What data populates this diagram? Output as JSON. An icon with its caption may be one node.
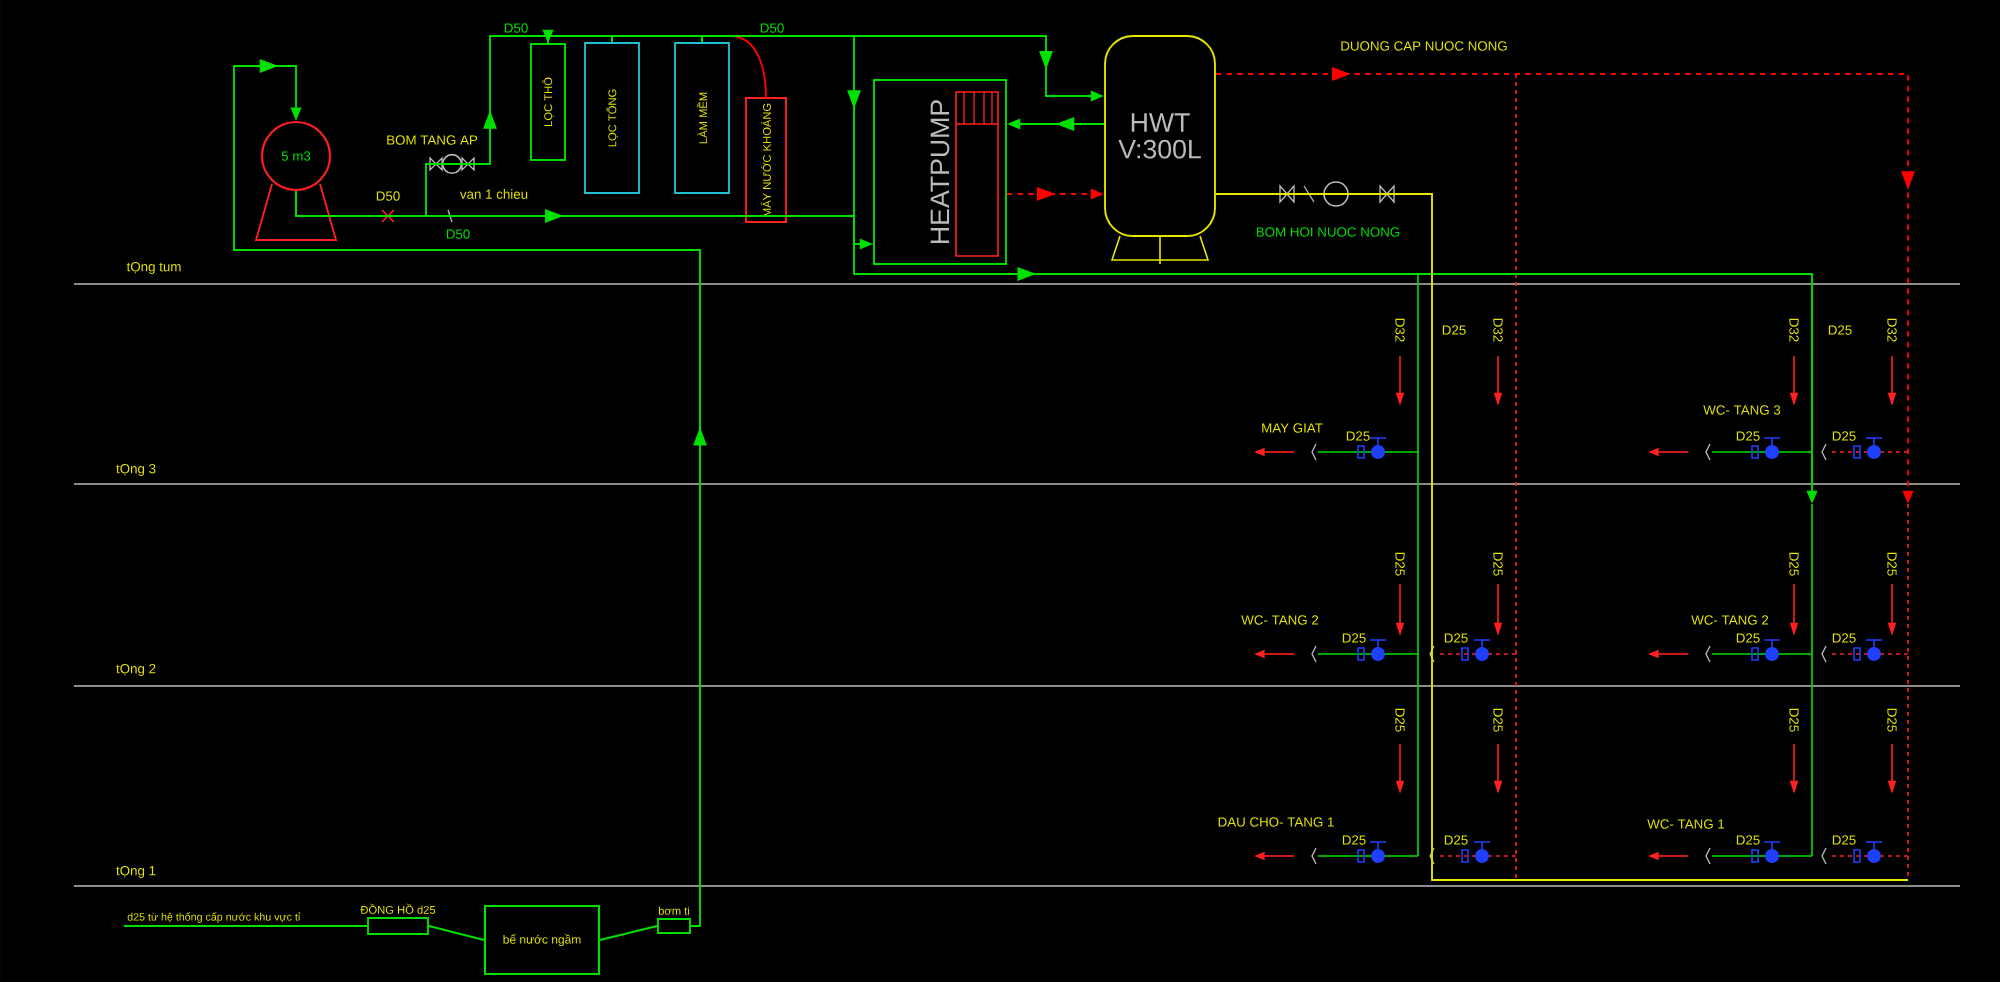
{
  "diagram": {
    "nodes": [
      {
        "text": [
          "5 m3"
        ]
      },
      {
        "text": [
          "LỌC THÔ"
        ]
      },
      {
        "text": [
          "LỌC TỔNG"
        ]
      },
      {
        "text": [
          "LÀM MỀM"
        ]
      },
      {
        "text": [
          "MÁY NƯỚC KHOÁNG"
        ]
      },
      {
        "text": [
          "HEATPUMP"
        ]
      },
      {
        "text": [
          "HWT V:300L"
        ]
      },
      {
        "text": [
          "bể nước ngầm"
        ]
      },
      {
        "text": [
          "ĐỒNG HỒ d25"
        ]
      },
      {
        "text": [
          "bơm ti"
        ]
      },
      {
        "text": [
          "d25 từ hệ thống cấp nước khu vực tỉ"
        ]
      }
    ],
    "edges": [
      {
        "from": 9,
        "to": 0,
        "arrow": "to"
      },
      {
        "from": 0,
        "to": 1,
        "arrow": "to"
      },
      {
        "from": 1,
        "to": 2,
        "arrow": "none"
      },
      {
        "from": 2,
        "to": 3,
        "arrow": "none"
      },
      {
        "from": 3,
        "to": 4,
        "arrow": "none",
        "color": "#ff0000"
      },
      {
        "from": 3,
        "to": 6,
        "arrow": "to"
      },
      {
        "from": 6,
        "to": 5,
        "arrow": "to"
      },
      {
        "from": 5,
        "to": 6,
        "arrow": "to",
        "style": "dashed",
        "color": "#ff0000"
      },
      {
        "from": 0,
        "to": null,
        "arrow": "to"
      },
      {
        "from": 3,
        "to": 5,
        "arrow": "to"
      },
      {
        "from": 6,
        "to": null,
        "arrow": "to",
        "style": "dashed",
        "color": "#ff0000"
      },
      {
        "from": 6,
        "to": null,
        "arrow": "none",
        "color": "#e6e600"
      },
      {
        "from": 8,
        "to": 7,
        "arrow": "none"
      },
      {
        "from": 7,
        "to": 9,
        "arrow": "none"
      },
      {
        "from": 10,
        "to": 8,
        "arrow": "none"
      }
    ],
    "labels": [
      "D50",
      "D50",
      "BOM TANG AP",
      "D50",
      "van 1 chieu",
      "D50",
      "tỌng tum",
      "tỌng 3",
      "tỌng 2",
      "tỌng 1",
      "DUONG CAP NUOC NONG",
      "BOM HOI NUOC NONG",
      "D32",
      "D25",
      "D32",
      "MAY GIAT",
      "D25",
      "D32",
      "D25",
      "D32",
      "WC- TANG 3",
      "D25",
      "D25",
      "D25",
      "D25",
      "WC- TANG 2",
      "D25",
      "D25",
      "D25",
      "D25",
      "WC- TANG 2",
      "D25",
      "D25",
      "D25",
      "D25",
      "DAU CHO- TANG 1",
      "D25",
      "D25",
      "D25",
      "D25",
      "WC- TANG 1",
      "D25",
      "D25"
    ]
  }
}
